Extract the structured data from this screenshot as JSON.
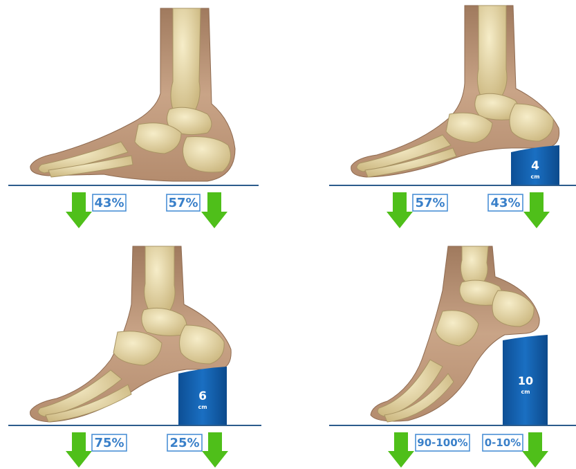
{
  "colors": {
    "ground": "#2b5b8c",
    "arrow": "#4fbf1a",
    "label_text": "#3a80c9",
    "label_border": "#4a8fd6",
    "block": "#1565b4",
    "skin": "#c9a487",
    "bone": "#e8d9aa"
  },
  "panels": [
    {
      "heel": "",
      "heel_unit": "",
      "forefoot_pct": "43%",
      "heel_pct": "57%"
    },
    {
      "heel": "4",
      "heel_unit": "cm",
      "forefoot_pct": "57%",
      "heel_pct": "43%"
    },
    {
      "heel": "6",
      "heel_unit": "cm",
      "forefoot_pct": "75%",
      "heel_pct": "25%"
    },
    {
      "heel": "10",
      "heel_unit": "cm",
      "forefoot_pct": "90-100%",
      "heel_pct": "0-10%"
    }
  ]
}
